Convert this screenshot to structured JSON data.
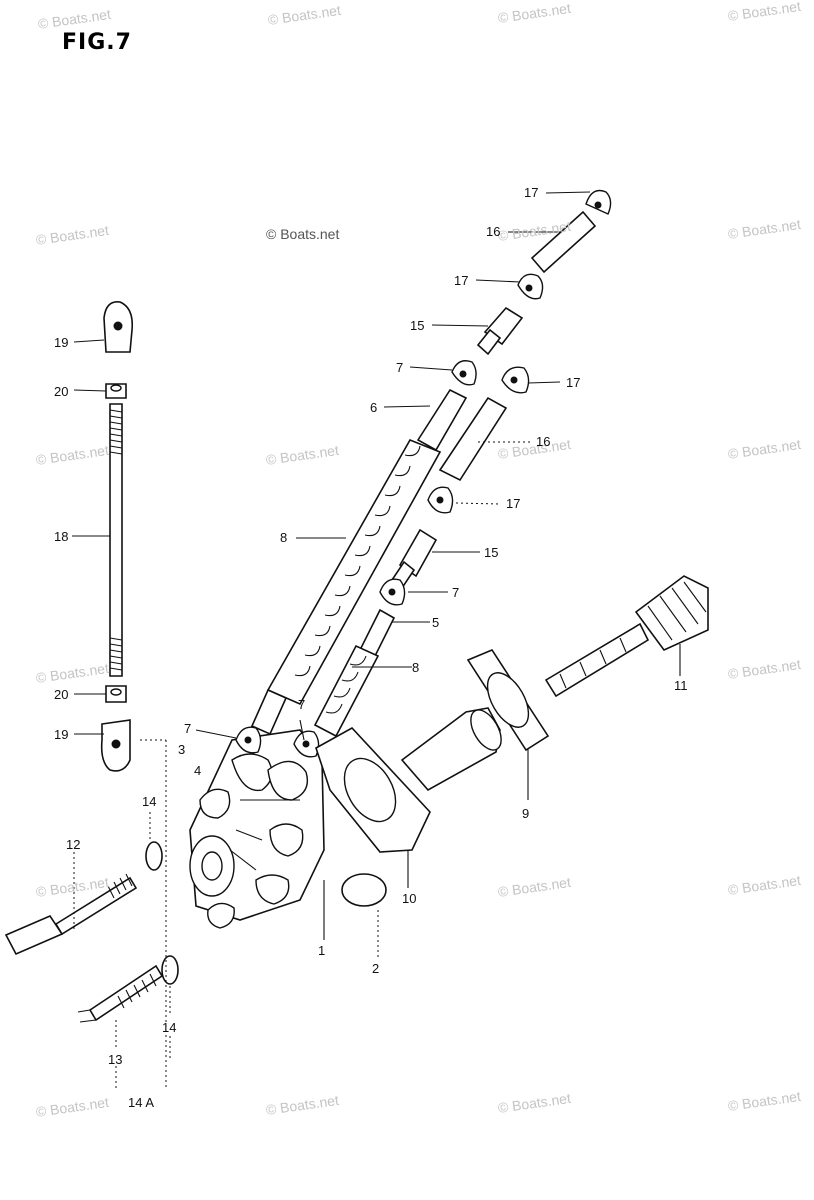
{
  "figure": {
    "title": "FIG.7"
  },
  "watermark": {
    "text": "© Boats.net",
    "center_text": "© Boats.net"
  },
  "callouts": {
    "c17a": "17",
    "c16a": "16",
    "c17b": "17",
    "c15a": "15",
    "c7a": "7",
    "c6": "6",
    "c17c": "17",
    "c16b": "16",
    "c17d": "17",
    "c8a": "8",
    "c15b": "15",
    "c7b": "7",
    "c5": "5",
    "c8b": "8",
    "c11": "11",
    "c19a": "19",
    "c20a": "20",
    "c18": "18",
    "c20b": "20",
    "c19b": "19",
    "c7c": "7",
    "c7d": "7",
    "c3": "3",
    "c4": "4",
    "c14a": "14",
    "c12": "12",
    "c9": "9",
    "c10": "10",
    "c1": "1",
    "c2": "2",
    "c14b": "14",
    "c13": "13",
    "c14A": "14  A"
  }
}
